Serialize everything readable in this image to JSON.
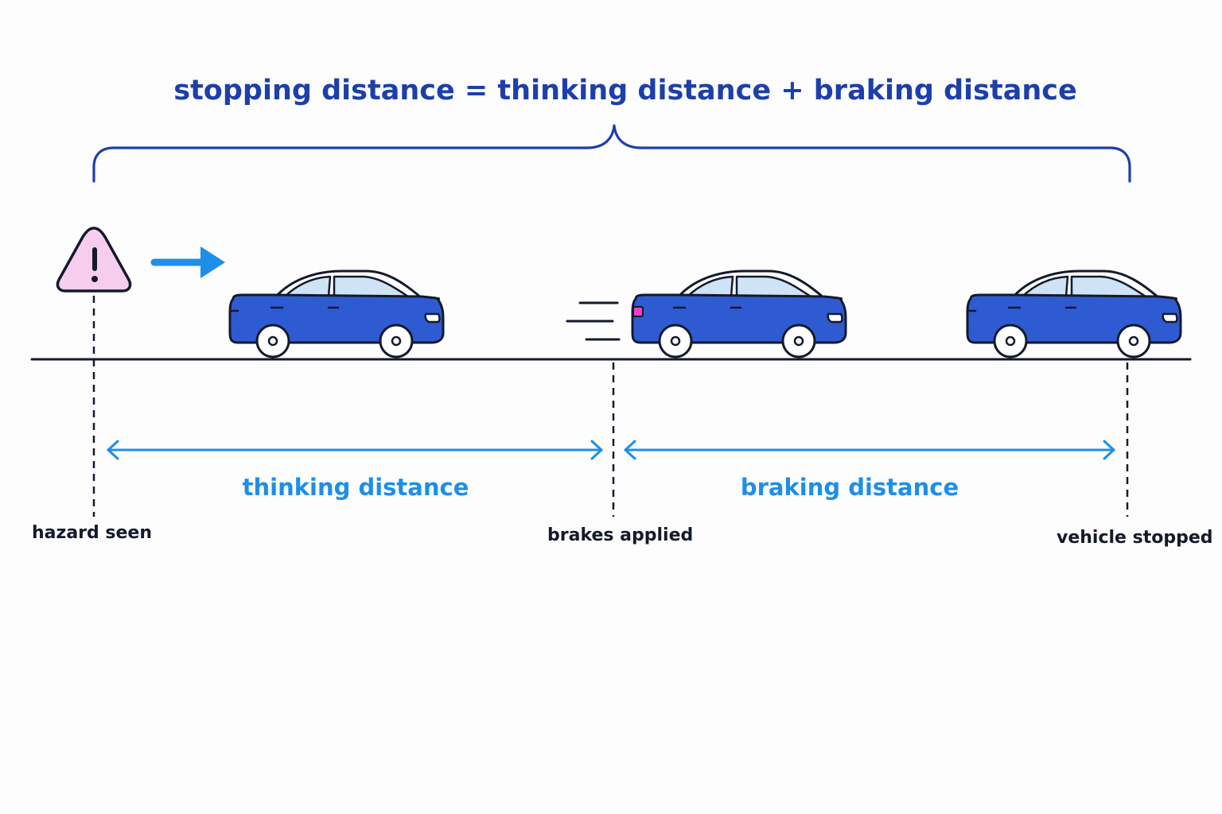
{
  "formula": "stopping distance = thinking distance + braking distance",
  "distances": {
    "thinking": "thinking distance",
    "braking": "braking distance"
  },
  "points": {
    "hazard": "hazard seen",
    "brakes": "brakes applied",
    "stopped": "vehicle stopped"
  },
  "colors": {
    "formula": "#1c3faa",
    "brace": "#1c3faa",
    "distance": "#1e8ee8",
    "car_body": "#2f5bd2",
    "car_window": "#cfe3f6",
    "outline": "#131a2b",
    "hazard_fill": "#f7cdee",
    "brake_light": "#f03fc8",
    "ground": "#131a2b"
  },
  "icons": [
    "warning-triangle-icon",
    "direction-arrow-icon",
    "car-icon",
    "motion-lines-icon"
  ]
}
